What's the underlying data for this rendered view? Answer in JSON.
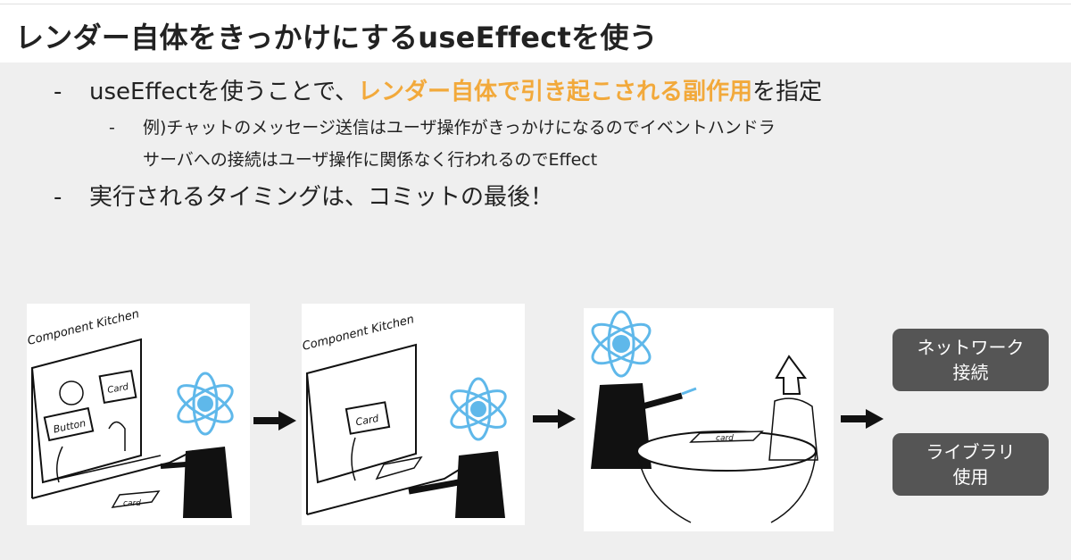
{
  "slide": {
    "title": "レンダー自体をきっかけにするuseEffectを使う"
  },
  "bullets": {
    "dash": "-",
    "b1": {
      "before": "useEffectを使うことで、",
      "highlight": "レンダー自体で引き起こされる副作用",
      "after": "を指定"
    },
    "sub_dash": "-",
    "sub1": "例)チャットのメッセージ送信はユーザ操作がきっかけになるのでイベントハンドラ",
    "sub2": "サーバへの接続はユーザ操作に関係なく行われるのでEffect",
    "b3": "実行されるタイミングは、コミットの最後！"
  },
  "illustrations": {
    "kitchen_sign": "Component Kitchen",
    "button_label": "Button",
    "card_label": "Card",
    "card_lower": "card"
  },
  "side_effects": {
    "network": "ネットワーク\n接続",
    "library": "ライブラリ\n使用"
  },
  "colors": {
    "highlight": "#f2a93b",
    "react_blue": "#5fb8ea",
    "pill_bg": "#555555",
    "content_bg": "#efefef"
  }
}
